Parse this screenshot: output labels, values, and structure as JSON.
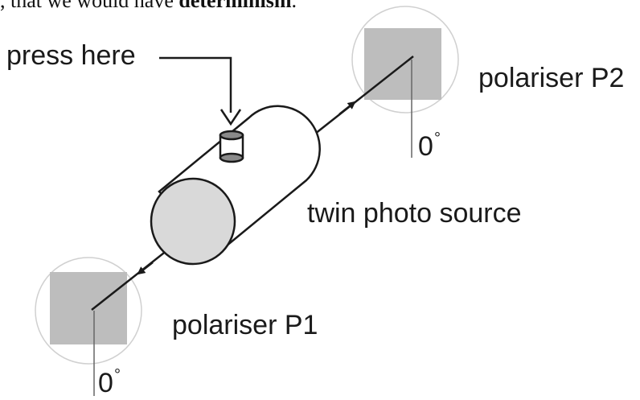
{
  "header": {
    "text_before": ", that we would have ",
    "bold": "determinism",
    "text_after": "."
  },
  "labels": {
    "press_here": "press here",
    "polariser_p2": "polariser P2",
    "polariser_p1": "polariser P1",
    "source": "twin photo source",
    "angle_p2": "0",
    "angle_p1": "0",
    "degree_symbol": "°"
  },
  "colors": {
    "ink": "#1a1a1a",
    "polariser_fill": "#bdbdbd",
    "source_end_fill": "#d9d9d9",
    "button_fill": "#8a8a8a",
    "circle_stroke": "#d0d0d0"
  }
}
